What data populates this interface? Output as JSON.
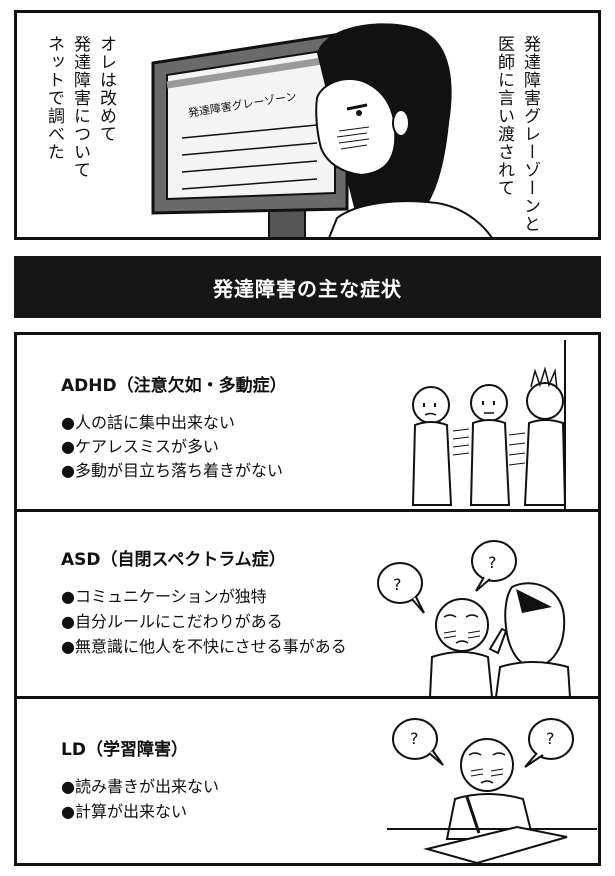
{
  "top_panel": {
    "caption_right": [
      "発達障害グレーゾーンと",
      "医師に言い渡されて"
    ],
    "caption_left": [
      "オレは改めて",
      "発達障害について",
      "ネットで調べた"
    ],
    "screen_text": "発達障害グレーゾーン"
  },
  "banner": {
    "title": "発達障害の主な症状"
  },
  "sections": [
    {
      "title": "ADHD（注意欠如・多動症）",
      "items": [
        "●人の話に集中出来ない",
        "●ケアレスミスが多い",
        "●多動が目立ち落ち着きがない"
      ]
    },
    {
      "title": "ASD（自閉スペクトラム症）",
      "items": [
        "●コミュニケーションが独特",
        "●自分ルールにこだわりがある",
        "●無意識に他人を不快にさせる事がある"
      ]
    },
    {
      "title": "LD（学習障害）",
      "items": [
        "●読み書きが出来ない",
        "●計算が出来ない"
      ]
    }
  ],
  "bubbles": {
    "question_mark": "?"
  },
  "colors": {
    "ink": "#111111",
    "screen_gray": "#9a9a9a",
    "frame_gray": "#6a6a6a",
    "banner": "#161616"
  }
}
